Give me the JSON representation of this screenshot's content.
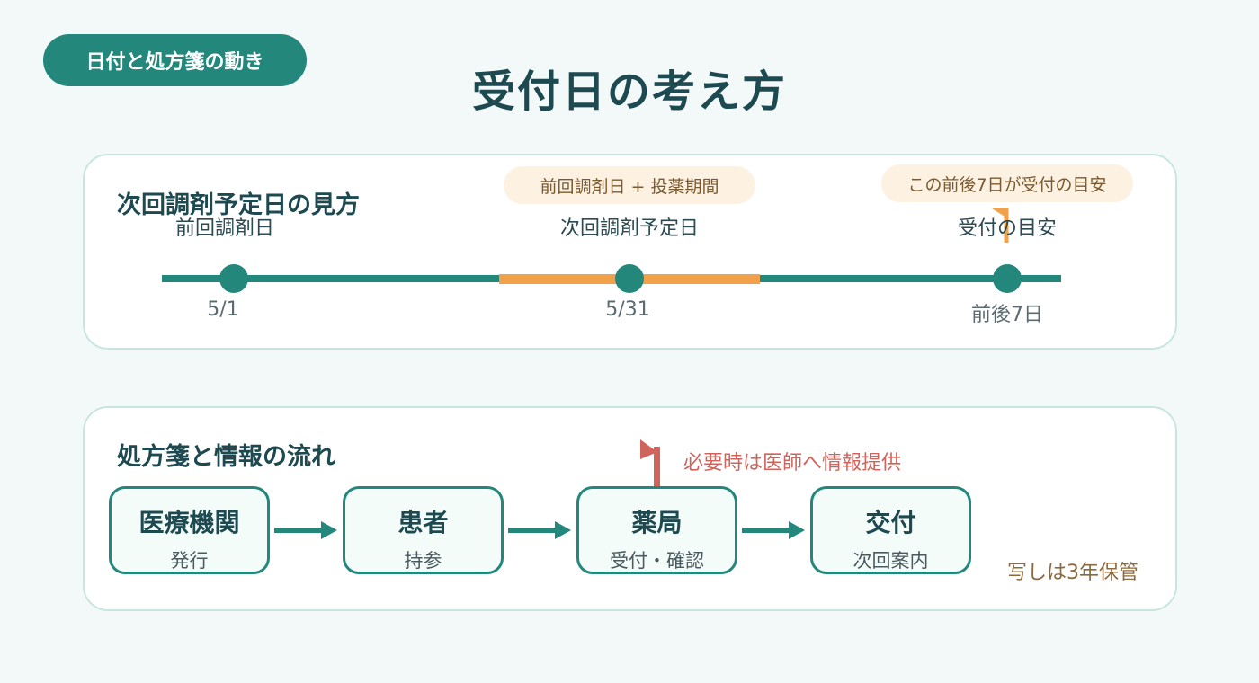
{
  "badge": "日付と処方箋の動き",
  "title": "受付日の考え方",
  "timeline_section": {
    "title": "次回調剤予定日の見方",
    "pill_formula": "前回調剤日 + 投薬期間",
    "pill_note": "この前後7日が受付の目安",
    "points": [
      {
        "label": "前回調剤日",
        "date": "5/1"
      },
      {
        "label": "次回調剤予定日",
        "date": "5/31"
      },
      {
        "label": "受付の目安",
        "date": "前後7日"
      }
    ]
  },
  "flow_section": {
    "title": "処方箋と情報の流れ",
    "note": "必要時は医師へ情報提供",
    "retention": "写しは3年保管",
    "steps": [
      {
        "main": "医療機関",
        "sub": "発行"
      },
      {
        "main": "患者",
        "sub": "持参"
      },
      {
        "main": "薬局",
        "sub": "受付・確認"
      },
      {
        "main": "交付",
        "sub": "次回案内"
      }
    ]
  },
  "colors": {
    "teal": "#23877c",
    "orange": "#f0a14a",
    "red": "#d0645c",
    "background": "#f2f9f8"
  }
}
